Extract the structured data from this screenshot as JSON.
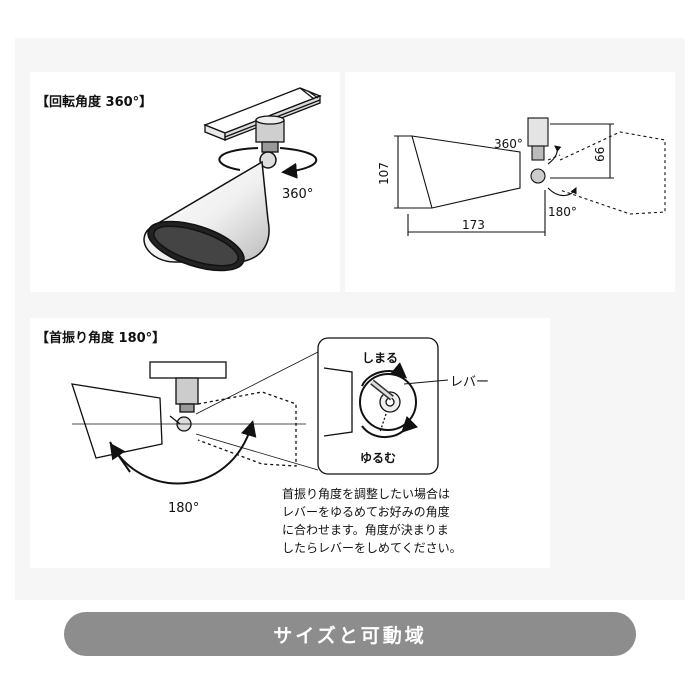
{
  "rotation": {
    "heading": "【回転角度 360°】",
    "angle_label": "360°"
  },
  "dimensions": {
    "height_label": "107",
    "width_label": "173",
    "offset_label": "66",
    "rotate_label": "360°",
    "tilt_label": "180°"
  },
  "tilt": {
    "heading": "【首振り角度 180°】",
    "angle_label": "180°",
    "tighten_label": "しまる",
    "loosen_label": "ゆるむ",
    "lever_label": "レバー",
    "instruction_lines": [
      "首振り角度を調整したい場合は",
      "レバーをゆるめてお好みの角度",
      "に合わせます。角度が決まりま",
      "したらレバーをしめてください。"
    ]
  },
  "footer": {
    "caption": "サイズと可動域"
  },
  "colors": {
    "panel_bg": "#f6f6f6",
    "caption_bg": "#8d8d8d",
    "line": "#111111"
  }
}
